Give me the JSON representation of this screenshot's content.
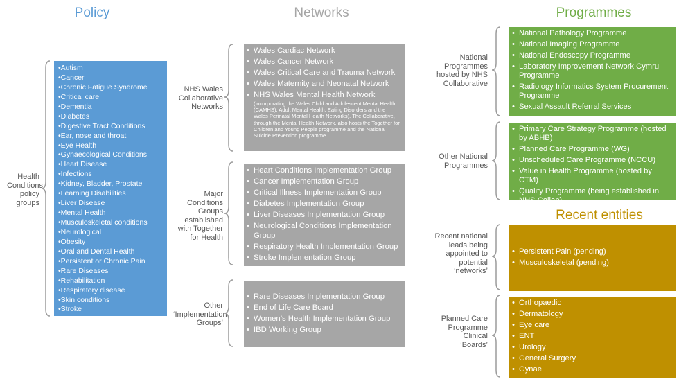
{
  "headers": {
    "policy": "Policy",
    "networks": "Networks",
    "programmes": "Programmes",
    "recent_entities": "Recent entities"
  },
  "colors": {
    "policy_header": "#5b9bd5",
    "networks_header": "#a6a6a6",
    "programmes_header": "#70ad47",
    "recent_header": "#bf9000",
    "policy_box": "#5b9bd5",
    "networks_box": "#a6a6a6",
    "programmes_box": "#70ad47",
    "recent_box": "#bf9000"
  },
  "policy": {
    "label": "Health Conditions policy groups",
    "bullet": "•",
    "items": [
      "Autism",
      "Cancer",
      "Chronic Fatigue Syndrome",
      "Critical care",
      "Dementia",
      "Diabetes",
      "Digestive Tract Conditions",
      "Ear, nose and throat",
      "Eye Health",
      "Gynaecological Conditions",
      "Heart Disease",
      "Infections",
      "Kidney, Bladder, Prostate",
      "Learning Disabilities",
      "Liver Disease",
      "Mental Health",
      "Musculoskeletal conditions",
      "Neurological",
      "Obesity",
      "Oral and Dental Health",
      "Persistent or Chronic Pain",
      "Rare Diseases",
      "Rehabilitation",
      "Respiratory disease",
      "Skin conditions",
      "Stroke"
    ]
  },
  "networks": {
    "bullet": "•",
    "collaborative": {
      "label": "NHS Wales Collaborative Networks",
      "items": [
        "Wales Cardiac Network",
        "Wales Cancer Network",
        "Wales Critical Care and Trauma Network",
        "Wales Maternity and Neonatal Network",
        "NHS Wales Mental Health Network"
      ],
      "mental_health_note": "(incorporating the Wales Child and Adolescent Mental Health (CAMHS), Adult Mental Health, Eating Disorders and the Wales Perinatal Mental Health Networks). The Collaborative, through the Mental Health Network, also hosts the Together for Children and Young People programme and the National Suicide Prevention programme."
    },
    "major": {
      "label": "Major Conditions Groups established with Together for Health",
      "items": [
        "Heart Conditions Implementation Group",
        "Cancer Implementation Group",
        "Critical Illness Implementation Group",
        "Diabetes Implementation Group",
        "Liver Diseases Implementation Group",
        "Neurological Conditions Implementation Group",
        "Respiratory Health Implementation Group",
        "Stroke Implementation Group"
      ]
    },
    "other": {
      "label": "Other ‘Implementation Groups’",
      "items": [
        "Rare Diseases Implementation Group",
        "End of Life Care Board",
        "Women’s Health Implementation Group",
        "IBD Working Group"
      ]
    }
  },
  "programmes": {
    "bullet": "•",
    "national": {
      "label": "National Programmes hosted by NHS Collaborative",
      "items": [
        "National Pathology Programme",
        "National Imaging Programme",
        "National Endoscopy Programme",
        "Laboratory Improvement Network Cymru Programme",
        "Radiology Informatics System Procurement Programme",
        "Sexual Assault Referral Services"
      ]
    },
    "other": {
      "label": "Other National Programmes",
      "items": [
        "Primary Care Strategy Programme (hosted by ABHB)",
        "Planned Care Programme (WG)",
        "Unscheduled Care Programme (NCCU)",
        "Value in Health Programme (hosted by CTM)",
        "Quality Programme (being established in NHS Collab)"
      ]
    }
  },
  "recent": {
    "bullet": "•",
    "leads": {
      "label": "Recent national leads being appointed to potential ‘networks’",
      "items": [
        "Persistent Pain (pending)",
        "Musculoskeletal (pending)"
      ]
    },
    "boards": {
      "label": "Planned Care Programme Clinical ‘Boards’",
      "items": [
        "Orthopaedic",
        "Dermatology",
        "Eye care",
        "ENT",
        "Urology",
        "General Surgery",
        "Gynae"
      ]
    }
  }
}
